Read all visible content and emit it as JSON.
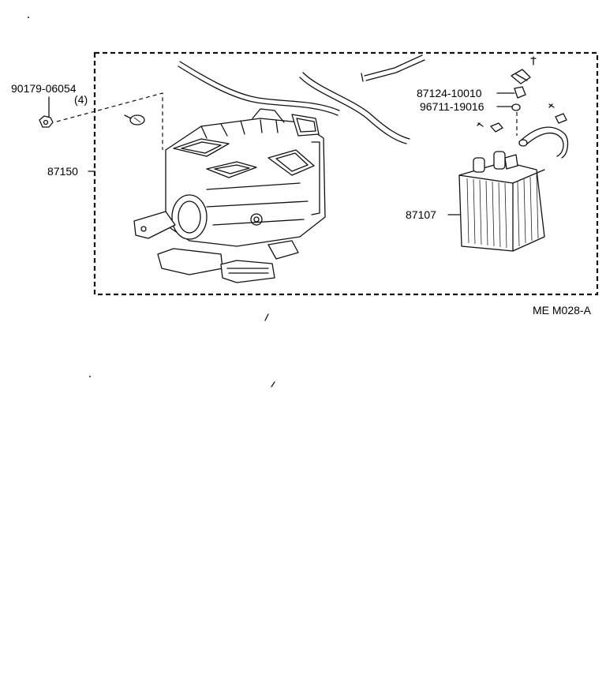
{
  "labels": {
    "part_90179": "90179-06054",
    "qty_90179": "(4)",
    "part_87150": "87150",
    "part_87124": "87124-10010",
    "part_96711": "96711-19016",
    "part_87107": "87107",
    "figure_code": "ME M028-A"
  }
}
